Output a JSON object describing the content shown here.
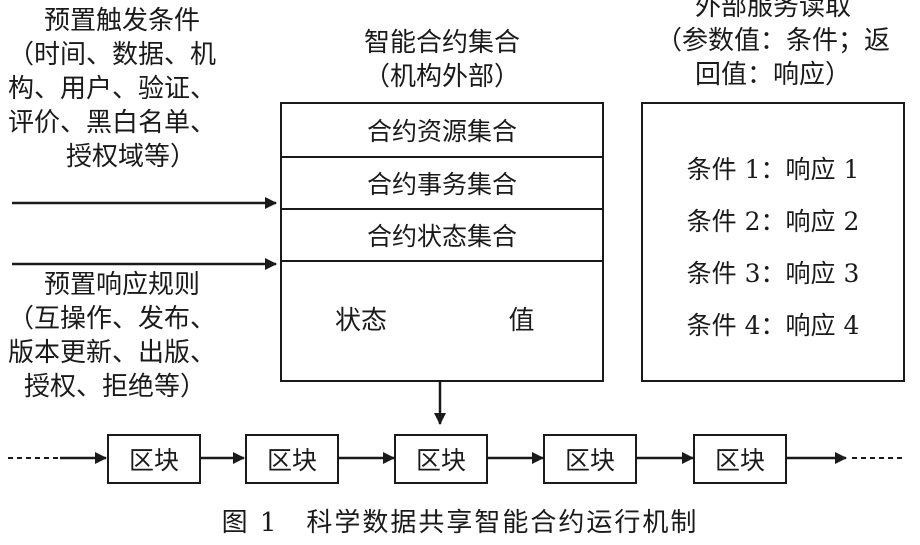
{
  "left_trigger": {
    "lines": [
      "预置触发条件",
      "（时间、数据、机",
      "构、用户、验证、",
      "评价、黑白名单、",
      "授权域等）"
    ]
  },
  "left_response": {
    "lines": [
      "预置响应规则",
      "（互操作、发布、",
      "版本更新、出版、",
      "授权、拒绝等）"
    ]
  },
  "contract_set": {
    "title_lines": [
      "智能合约集合",
      "（机构外部）"
    ],
    "rows": [
      "合约资源集合",
      "合约事务集合",
      "合约状态集合"
    ],
    "state_label": "状态",
    "value_label": "值"
  },
  "external_service": {
    "title_lines": [
      "外部服务读取",
      "（参数值：条件；返",
      "回值：响应）"
    ],
    "items": [
      "条件 1：响应 1",
      "条件 2：响应 2",
      "条件 3：响应 3",
      "条件 4：响应 4"
    ]
  },
  "chain": {
    "blocks": [
      "区块",
      "区块",
      "区块",
      "区块",
      "区块"
    ]
  },
  "caption": "图 1　科学数据共享智能合约运行机制"
}
